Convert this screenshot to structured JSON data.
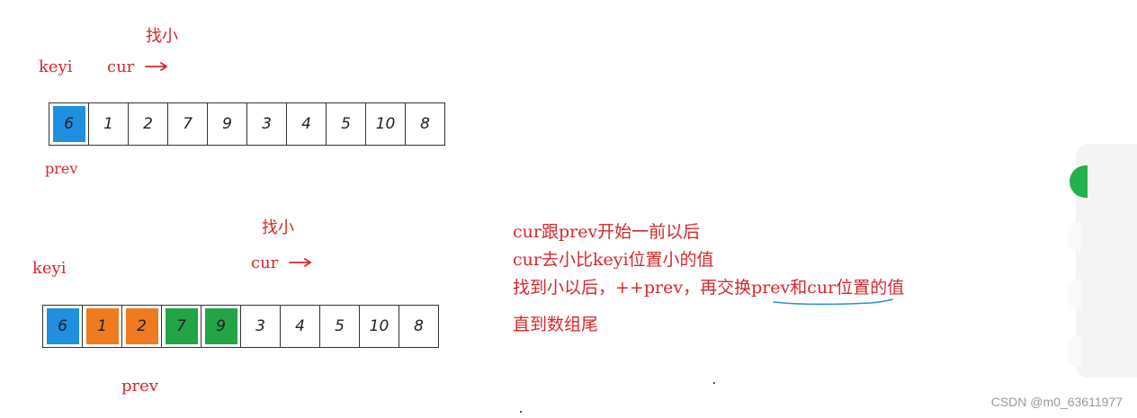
{
  "diagram_a": {
    "find_small": "找小",
    "keyi": "keyi",
    "cur": "cur",
    "prev": "prev",
    "cells": [
      {
        "value": "6",
        "highlight": "blue"
      },
      {
        "value": "1",
        "highlight": "none"
      },
      {
        "value": "2",
        "highlight": "none"
      },
      {
        "value": "7",
        "highlight": "none"
      },
      {
        "value": "9",
        "highlight": "none"
      },
      {
        "value": "3",
        "highlight": "none"
      },
      {
        "value": "4",
        "highlight": "none"
      },
      {
        "value": "5",
        "highlight": "none"
      },
      {
        "value": "10",
        "highlight": "none"
      },
      {
        "value": "8",
        "highlight": "none"
      }
    ]
  },
  "diagram_b": {
    "find_small": "找小",
    "keyi": "keyi",
    "cur": "cur",
    "prev": "prev",
    "cells": [
      {
        "value": "6",
        "highlight": "blue"
      },
      {
        "value": "1",
        "highlight": "orange"
      },
      {
        "value": "2",
        "highlight": "orange"
      },
      {
        "value": "7",
        "highlight": "green"
      },
      {
        "value": "9",
        "highlight": "green"
      },
      {
        "value": "3",
        "highlight": "none"
      },
      {
        "value": "4",
        "highlight": "none"
      },
      {
        "value": "5",
        "highlight": "none"
      },
      {
        "value": "10",
        "highlight": "none"
      },
      {
        "value": "8",
        "highlight": "none"
      }
    ]
  },
  "notes": {
    "line1": "cur跟prev开始一前以后",
    "line2": "cur去小比keyi位置小的值",
    "line3": "找到小以后，++prev，再交换prev和cur位置的值",
    "line4": "直到数组尾"
  },
  "colors": {
    "label_red": "#d8272c",
    "blue": "#1f8fe0",
    "orange": "#f07a1f",
    "green": "#22a447",
    "underline_blue": "#2a8fd8"
  },
  "watermark": "CSDN @m0_63611977"
}
